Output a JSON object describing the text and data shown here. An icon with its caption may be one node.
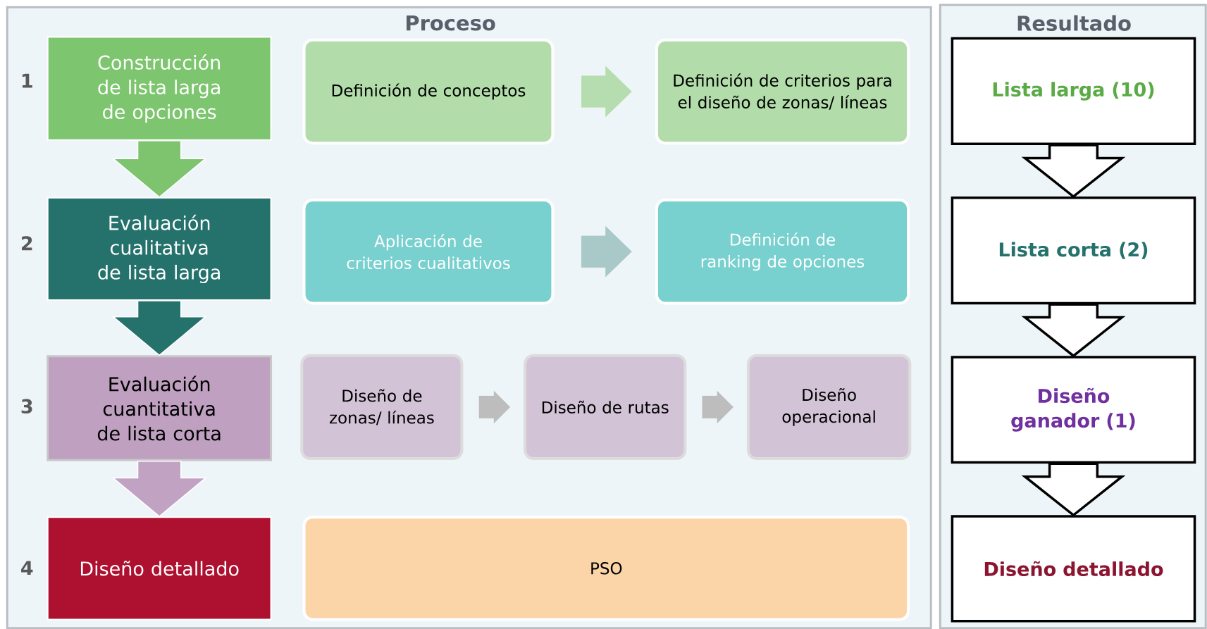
{
  "diagram": {
    "nodes": [
      {
        "text": [
          "Proceso"
        ]
      },
      {
        "text": [
          "Construcción de lista larga de opciones"
        ],
        "in": 0
      },
      {
        "text": [
          "Definición de conceptos"
        ],
        "in": 0
      },
      {
        "text": [
          "Definición de criterios para el diseño de zonas/ líneas"
        ],
        "in": 0
      },
      {
        "text": [
          "Evaluación cualitativa de lista larga"
        ],
        "in": 0
      },
      {
        "text": [
          "Aplicación de criterios cualitativos"
        ],
        "in": 0
      },
      {
        "text": [
          "Definición de ranking de opciones"
        ],
        "in": 0
      },
      {
        "text": [
          "Evaluación cuantitativa de lista corta"
        ],
        "in": 0
      },
      {
        "text": [
          "Diseño de zonas/ líneas"
        ],
        "in": 0
      },
      {
        "text": [
          "Diseño de rutas"
        ],
        "in": 0
      },
      {
        "text": [
          "Diseño operacional"
        ],
        "in": 0
      },
      {
        "text": [
          "Diseño detallado"
        ],
        "in": 0
      },
      {
        "text": [
          "PSO"
        ],
        "in": 0
      },
      {
        "text": [
          "Resultado"
        ]
      },
      {
        "text": [
          "Lista larga (10)"
        ],
        "in": 13
      },
      {
        "text": [
          "Lista corta (2)"
        ],
        "in": 13
      },
      {
        "text": [
          "Diseño ganador (1)"
        ],
        "in": 13
      },
      {
        "text": [
          "Diseño detallado"
        ],
        "in": 13
      }
    ],
    "edges": [
      {
        "from": 1,
        "to": 4,
        "arrow": "to",
        "style": "thick",
        "color": "#7ec46f"
      },
      {
        "from": 4,
        "to": 7,
        "arrow": "to",
        "style": "thick",
        "color": "#25726d"
      },
      {
        "from": 7,
        "to": 11,
        "arrow": "to",
        "style": "thick",
        "color": "#c2a2c3"
      },
      {
        "from": 2,
        "to": 3,
        "arrow": "to",
        "style": "thick",
        "color": "#b5ddb0"
      },
      {
        "from": 5,
        "to": 6,
        "arrow": "to",
        "style": "thick",
        "color": "#a9c8c8"
      },
      {
        "from": 8,
        "to": 9,
        "arrow": "to",
        "style": "thick",
        "color": "#bdbdbd"
      },
      {
        "from": 9,
        "to": 10,
        "arrow": "to",
        "style": "thick",
        "color": "#bdbdbd"
      },
      {
        "from": 14,
        "to": 15,
        "arrow": "to",
        "style": "thick",
        "color": "#ffffff"
      },
      {
        "from": 15,
        "to": 16,
        "arrow": "to",
        "style": "thick",
        "color": "#ffffff"
      },
      {
        "from": 16,
        "to": 17,
        "arrow": "to",
        "style": "thick",
        "color": "#ffffff"
      }
    ],
    "labels": [
      "1",
      "2",
      "3",
      "4"
    ]
  }
}
